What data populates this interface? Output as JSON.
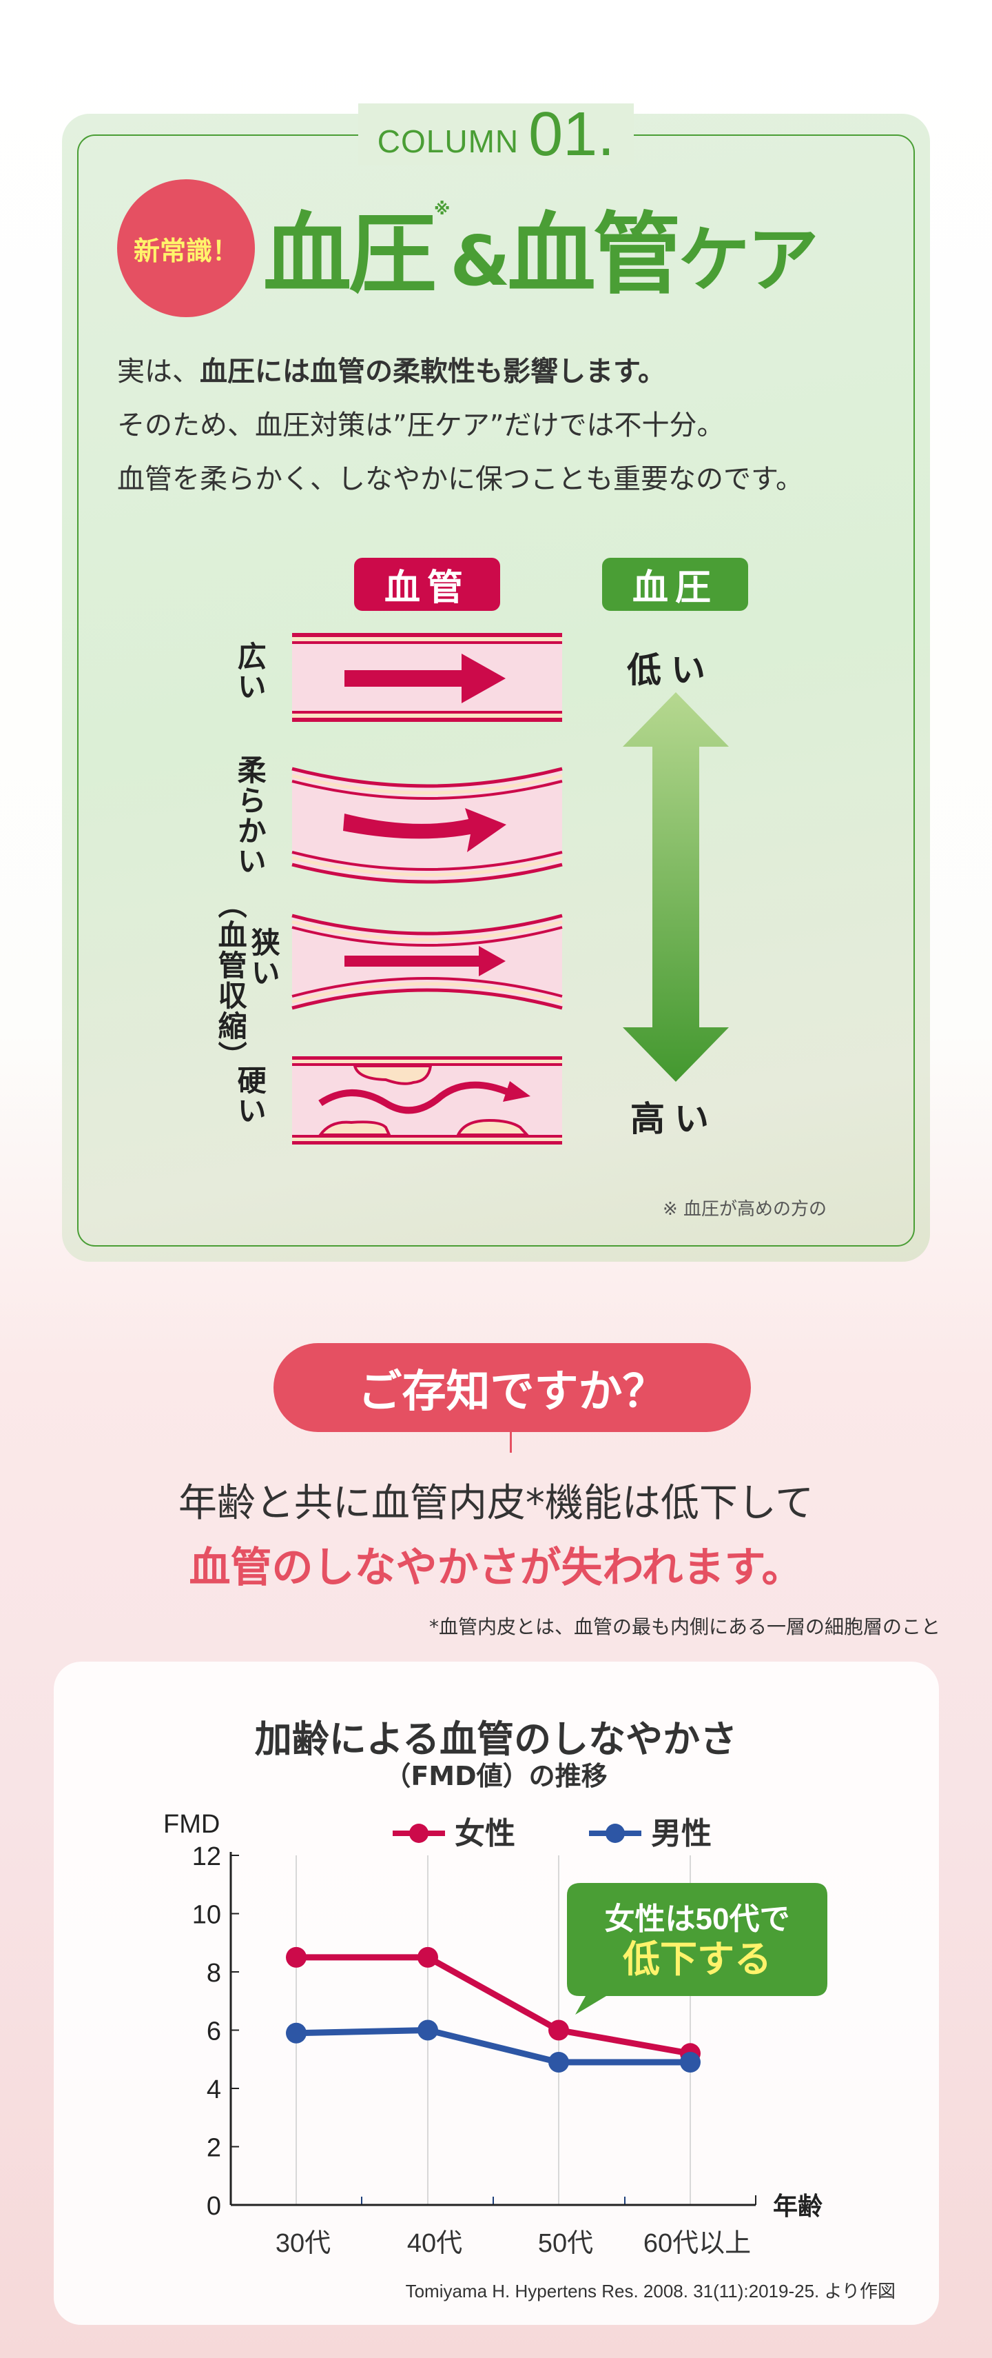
{
  "column": {
    "word": "COLUMN",
    "number": "01."
  },
  "badge": "新常識！",
  "title": {
    "part1": "血圧",
    "mark": "※",
    "amp": "&",
    "part2": "血管",
    "part3": "ケア"
  },
  "body": {
    "line1_plain": "実は、",
    "line1_bold": "血圧には血管の柔軟性も影響します。",
    "line2": "そのため、血圧対策は”圧ケア”だけでは不十分。",
    "line3": "血管を柔らかく、しなやかに保つことも重要なのです。"
  },
  "diagram": {
    "vessel_label": "血管",
    "pressure_label": "血圧",
    "states": [
      "広い",
      "柔らかい",
      "狭い",
      "（血管収縮）",
      "硬い"
    ],
    "low": "低い",
    "high": "高い",
    "note": "※ 血圧が高めの方の"
  },
  "colors": {
    "green": "#4a9e35",
    "crimson": "#cc0a4a",
    "coral": "#e55062",
    "blue": "#2d56a5"
  },
  "did_you_know": "ご存知ですか？",
  "message": {
    "line1": "年齢と共に血管内皮*機能は低下して",
    "line2": "血管のしなやかさが失われます。"
  },
  "footnote": "*血管内皮とは、血管の最も内側にある一層の細胞層のこと",
  "chart_data": {
    "type": "line",
    "title": "加齢による血管のしなやかさ",
    "subtitle": "（FMD値）の推移",
    "ylabel": "FMD",
    "xlabel": "年齢",
    "categories": [
      "30代",
      "40代",
      "50代",
      "60代以上"
    ],
    "yticks": [
      0,
      2,
      4,
      6,
      8,
      10,
      12
    ],
    "ylim": [
      0,
      12
    ],
    "grid": "vertical",
    "legend_position": "top",
    "series": [
      {
        "name": "女性",
        "color": "#cc0a4a",
        "values": [
          8.5,
          8.5,
          6.0,
          5.2
        ]
      },
      {
        "name": "男性",
        "color": "#2d56a5",
        "values": [
          5.9,
          6.0,
          4.9,
          4.9
        ]
      }
    ],
    "annotation": {
      "line1": "女性は50代で",
      "line2": "低下する"
    },
    "citation": "Tomiyama H. Hypertens Res. 2008. 31(11):2019-25. より作図"
  }
}
